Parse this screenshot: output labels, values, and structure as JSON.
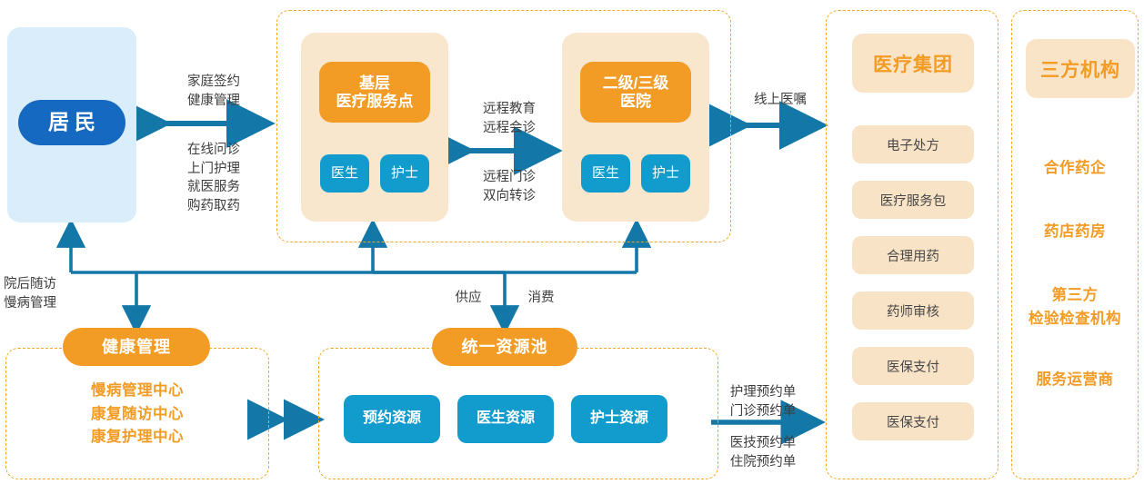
{
  "theme": {
    "orange": "#f39c25",
    "orange_light": "#f8e3c6",
    "blue_deep": "#1669c0",
    "blue_cyan": "#119ccd",
    "arrow_blue": "#1378a8",
    "resident_bg": "#d9edfa",
    "dash_border": "#f5a623",
    "note_text": "#3d3d3d"
  },
  "resident": {
    "label": "居民"
  },
  "center_group": {
    "clinic": {
      "title_line1": "基层",
      "title_line2": "医疗服务点",
      "roles": [
        "医生",
        "护士"
      ]
    },
    "hospital": {
      "title_line1": "二级/三级",
      "title_line2": "医院",
      "roles": [
        "医生",
        "护士"
      ]
    },
    "middle_notes": {
      "top": "远程教育\n远程会诊",
      "bottom": "远程门诊\n双向转诊"
    }
  },
  "connectors": {
    "resident_to_center_top": "家庭签约\n健康管理",
    "resident_to_center_bottom": "在线问诊\n上门护理\n就医服务\n购药取药",
    "center_to_group": "线上医嘱",
    "post_discharge": "院后随访\n慢病管理",
    "supply": "供应",
    "consume": "消费",
    "pool_to_group_top": "护理预约单\n门诊预约单",
    "pool_to_group_bottom": "医技预约单\n住院预约单"
  },
  "health_mgmt": {
    "title": "健康管理",
    "items": [
      "慢病管理中心",
      "康复随访中心",
      "康复护理中心"
    ]
  },
  "resource_pool": {
    "title": "统一资源池",
    "items": [
      "预约资源",
      "医生资源",
      "护士资源"
    ]
  },
  "medical_group": {
    "title": "医疗集团",
    "items": [
      "电子处方",
      "医疗服务包",
      "合理用药",
      "药师审核",
      "医保支付",
      "医保支付"
    ]
  },
  "third_party": {
    "title": "三方机构",
    "items": [
      "合作药企",
      "药店药房",
      "第三方\n检验检查机构",
      "服务运营商"
    ]
  }
}
